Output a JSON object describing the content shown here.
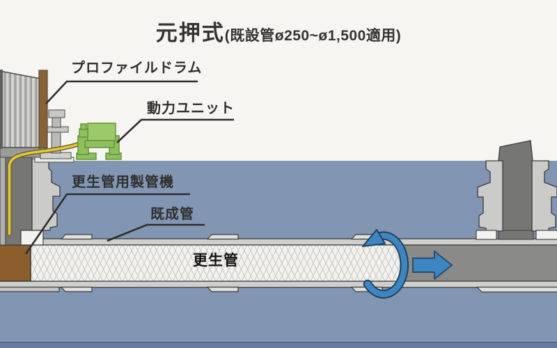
{
  "title": {
    "main": "元押式",
    "sub": "(既設管ø250~ø1,500適用)"
  },
  "labels": {
    "profile_drum": "プロファイルドラム",
    "power_unit": "動力ユニット",
    "pipe_making_machine": "更生管用製管機",
    "existing_pipe": "既成管",
    "rehab_pipe": "更生管"
  },
  "icons": {
    "rotation_arrow": "spiral-rotation-arrow",
    "direction_arrow": "forward-direction-arrow"
  },
  "colors": {
    "sky": "#f6f5f2",
    "ground": "#8296b4",
    "ground_footer": "#66799e",
    "pipe_wall": "#cfcfcd",
    "pipe_joint": "#e0e0de",
    "pipe_interior": "#8a8a88",
    "liner_white": "#f3f2ee",
    "liner_hatch": "#c6c6c2",
    "machine_brown": "#8b5e2b",
    "drum_post_brown": "#8a6134",
    "drum_slats": "#d4d4d2",
    "manhole_dark": "#767674",
    "manhole_wall": "#cbcbc9",
    "power_unit_green": "#8fc05e",
    "hose_yellow": "#e3c83e",
    "arrow_blue": "#3e86c2",
    "outline": "#3a3a3a",
    "text": "#2f2f2f"
  }
}
